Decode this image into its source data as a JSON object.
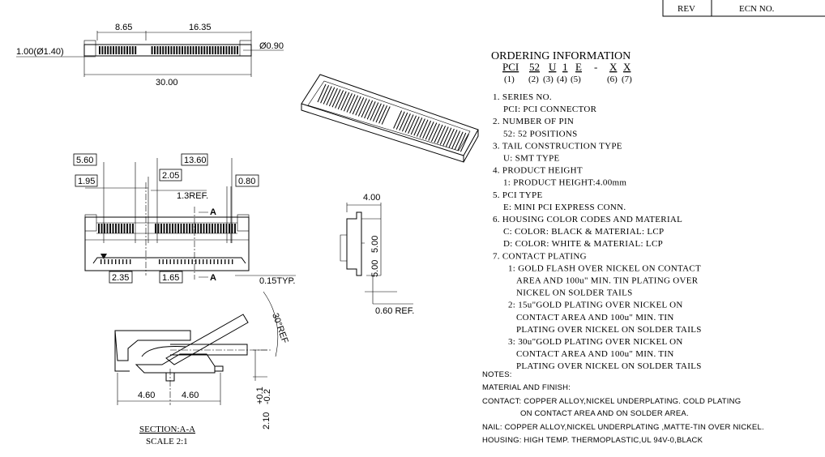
{
  "title_block": {
    "rev": "REV",
    "ecn": "ECN  NO."
  },
  "top_view": {
    "dim_a": "8.65",
    "dim_b": "16.35",
    "dim_hole_left": "1.00(Ø1.40)",
    "dim_hole_right": "Ø0.90",
    "dim_total": "30.00"
  },
  "front_view": {
    "d560": "5.60",
    "d1360": "13.60",
    "d195": "1.95",
    "d205": "2.05",
    "d080": "0.80",
    "d13ref": "1.3REF.",
    "sec_a_top": "A",
    "d235": "2.35",
    "d165": "1.65",
    "sec_a_bottom": "A",
    "d015": "0.15TYP."
  },
  "side_view": {
    "d400": "4.00",
    "d500a": "5.00",
    "d500b": "5.00",
    "d060": "0.60 REF."
  },
  "section": {
    "d460a": "4.60",
    "d460b": "4.60",
    "d210": "2.10",
    "tol_plus": "+0.1",
    "tol_minus": "-0.2",
    "angle": "30°REF",
    "title": "SECTION:A-A",
    "scale": "SCALE  2:1"
  },
  "ordering": {
    "title": "ORDERING  INFORMATION",
    "code": [
      "PCI",
      "52",
      "U",
      "1",
      "E",
      "-",
      "X",
      "X"
    ],
    "code_idx": [
      "(1)",
      "(2)",
      "(3)",
      "(4)",
      "(5)",
      "(6)",
      "(7)"
    ],
    "lines": [
      "1. SERIES NO.",
      "PCI: PCI CONNECTOR",
      "2. NUMBER OF PIN",
      "52: 52 POSITIONS",
      "3. TAIL CONSTRUCTION TYPE",
      "U: SMT TYPE",
      "4. PRODUCT HEIGHT",
      "1: PRODUCT HEIGHT:4.00mm",
      "5. PCI TYPE",
      "E: MINI PCI EXPRESS CONN.",
      "6. HOUSING COLOR CODES AND MATERIAL",
      "C: COLOR: BLACK & MATERIAL: LCP",
      "D: COLOR: WHITE & MATERIAL: LCP",
      "7. CONTACT PLATING",
      "1: GOLD FLASH OVER NICKEL ON CONTACT",
      "AREA AND 100u\" MIN. TIN PLATING OVER",
      "NICKEL ON SOLDER TAILS",
      "2: 15u\"GOLD PLATING OVER NICKEL ON",
      "CONTACT AREA AND 100u\" MIN. TIN",
      "PLATING OVER NICKEL ON SOLDER TAILS",
      "3: 30u\"GOLD PLATING OVER NICKEL ON",
      "CONTACT AREA AND 100u\" MIN. TIN",
      "PLATING OVER NICKEL ON SOLDER TAILS"
    ]
  },
  "notes": {
    "header": "NOTES:",
    "material": "MATERIAL AND FINISH:",
    "contact": "CONTACT: COPPER ALLOY,NICKEL UNDERPLATING. COLD PLATING",
    "contact2": "ON CONTACT AREA AND ON SOLDER AREA.",
    "nail": "NAIL: COPPER ALLOY,NICKEL UNDERPLATING ,MATTE-TIN OVER NICKEL.",
    "housing": "HOUSING: HIGH TEMP. THERMOPLASTIC,UL 94V-0,BLACK"
  }
}
